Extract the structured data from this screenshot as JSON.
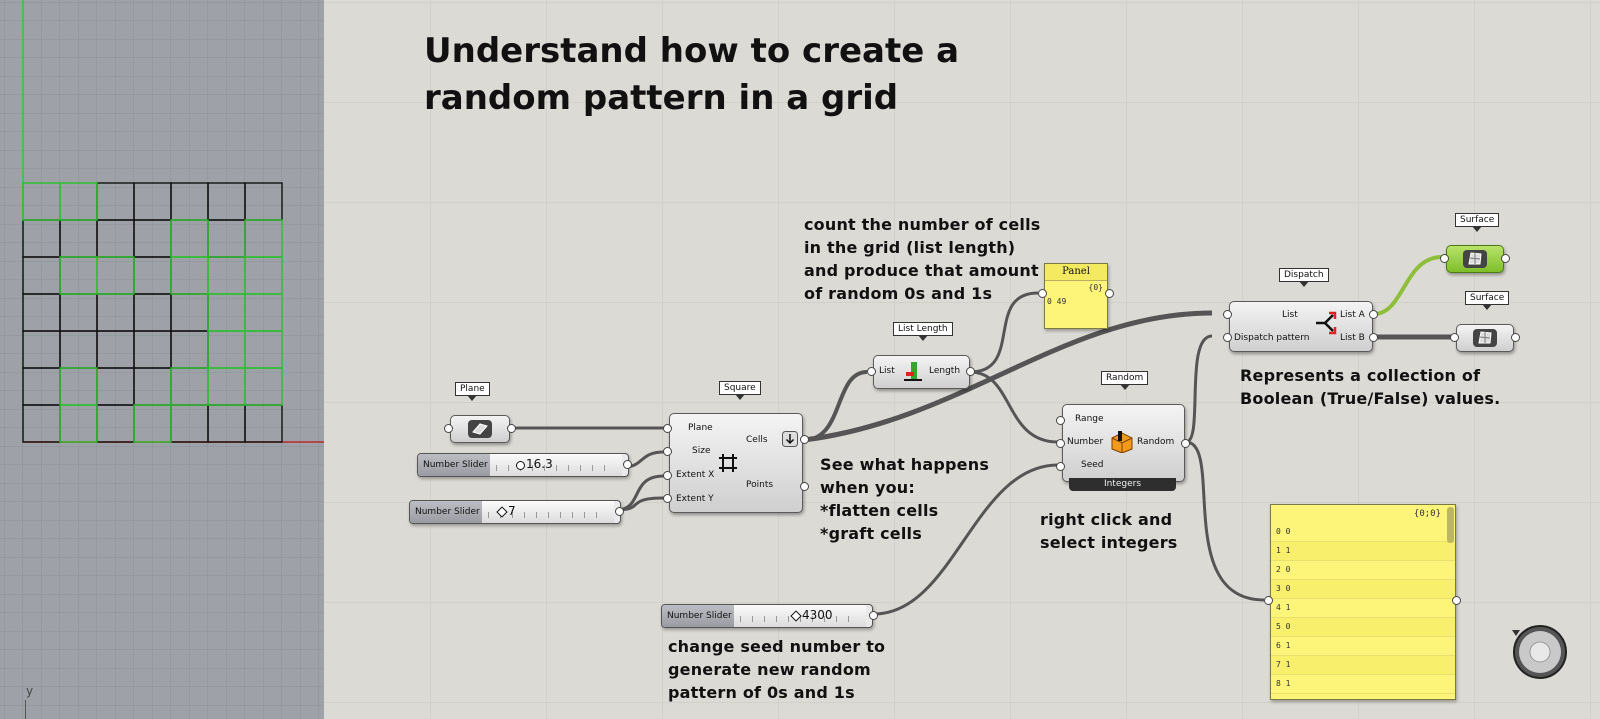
{
  "viewport": {
    "axis_label": "y"
  },
  "title": "Understand how to create a\nrandom pattern in a grid",
  "notes": {
    "count": "count the number of cells\nin the grid (list length)\nand produce that amount\nof random 0s and 1s",
    "flatten": "See what happens\nwhen you:\n*flatten cells\n*graft cells",
    "integers": "right click and\nselect integers",
    "seed": "change seed number to\ngenerate new random\npattern of 0s and 1s",
    "boolean": "Represents a collection of\nBoolean (True/False) values."
  },
  "plane": {
    "tag": "Plane"
  },
  "square": {
    "tag": "Square",
    "inputs": [
      "Plane",
      "Size",
      "Extent X",
      "Extent Y"
    ],
    "outputs": [
      "Cells",
      "Points"
    ]
  },
  "sliders": {
    "size": {
      "name": "Number Slider",
      "value": "16.3"
    },
    "extent": {
      "name": "Number Slider",
      "value": "7"
    },
    "seed": {
      "name": "Number Slider",
      "value": "4300"
    }
  },
  "list_length": {
    "tag": "List Length",
    "input": "List",
    "output": "Length"
  },
  "panel_small": {
    "title": "Panel",
    "path": "{0}",
    "rows": [
      "0 49"
    ]
  },
  "random": {
    "tag": "Random",
    "inputs": [
      "Range",
      "Number",
      "Seed"
    ],
    "output": "Random",
    "footer": "Integers"
  },
  "dispatch": {
    "tag": "Dispatch",
    "inputs": [
      "List",
      "Dispatch pattern"
    ],
    "outputs": [
      "List A",
      "List B"
    ]
  },
  "surface_a": {
    "tag": "Surface"
  },
  "surface_b": {
    "tag": "Surface"
  },
  "panel_big": {
    "path": "{0;0}",
    "rows": [
      "0 0",
      "1 1",
      "2 0",
      "3 0",
      "4 1",
      "5 0",
      "6 1",
      "7 1",
      "8 1"
    ]
  },
  "colors": {
    "canvas": "#dcdad4",
    "viewport": "#9ea2a8",
    "panel": "#fdf57a",
    "green_wire": "#8fbf3a"
  }
}
